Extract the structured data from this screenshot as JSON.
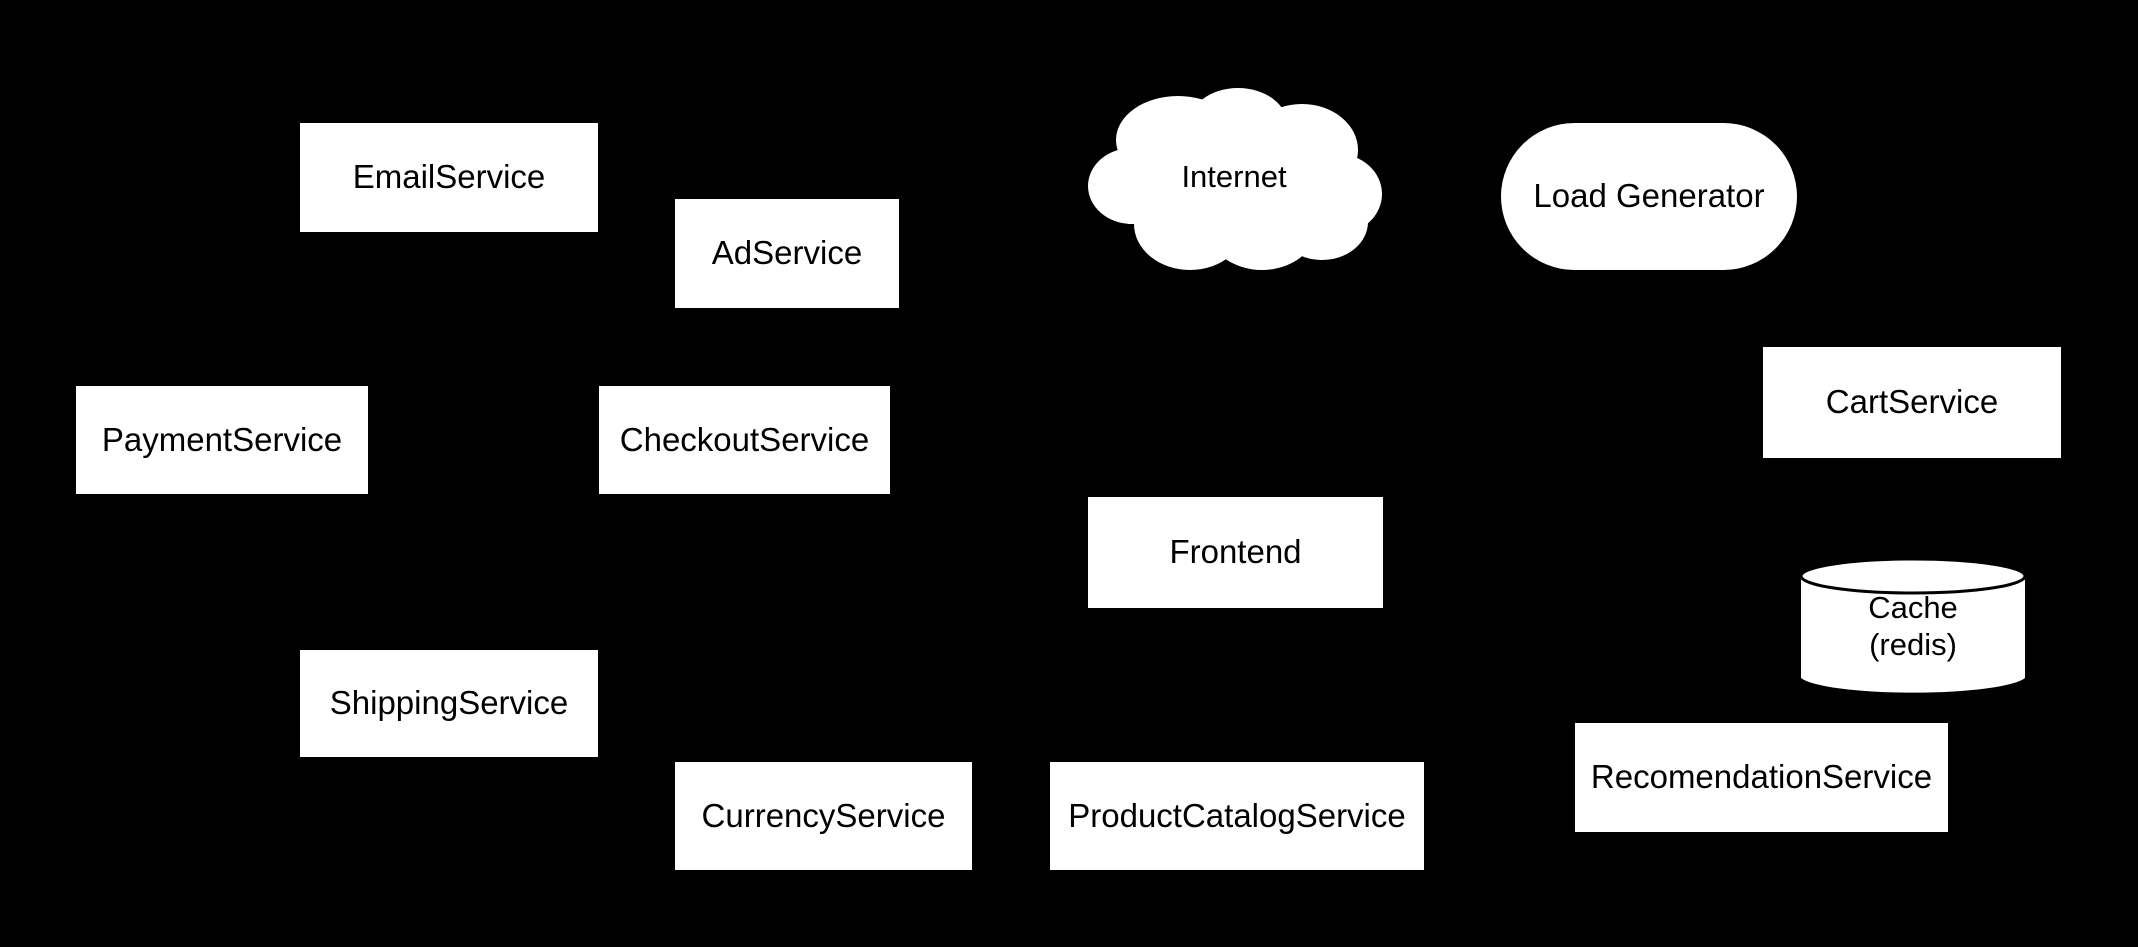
{
  "diagram": {
    "background_color": "#000000",
    "node_fill_color": "#ffffff",
    "node_text_color": "#000000",
    "title": "",
    "nodes": [
      {
        "id": "emailservice",
        "label": "EmailService",
        "shape": "rectangle"
      },
      {
        "id": "adservice",
        "label": "AdService",
        "shape": "rectangle"
      },
      {
        "id": "internet",
        "label": "Internet",
        "shape": "cloud"
      },
      {
        "id": "loadgenerator",
        "label": "Load Generator",
        "shape": "rounded-rectangle"
      },
      {
        "id": "paymentservice",
        "label": "PaymentService",
        "shape": "rectangle"
      },
      {
        "id": "checkoutservice",
        "label": "CheckoutService",
        "shape": "rectangle"
      },
      {
        "id": "cartservice",
        "label": "CartService",
        "shape": "rectangle"
      },
      {
        "id": "frontend",
        "label": "Frontend",
        "shape": "rectangle"
      },
      {
        "id": "cache",
        "label": "Cache\n(redis)",
        "shape": "cylinder"
      },
      {
        "id": "shippingservice",
        "label": "ShippingService",
        "shape": "rectangle"
      },
      {
        "id": "recomendationservice",
        "label": "RecomendationService",
        "shape": "rectangle"
      },
      {
        "id": "currencyservice",
        "label": "CurrencyService",
        "shape": "rectangle"
      },
      {
        "id": "productcatalogservice",
        "label": "ProductCatalogService",
        "shape": "rectangle"
      }
    ]
  }
}
